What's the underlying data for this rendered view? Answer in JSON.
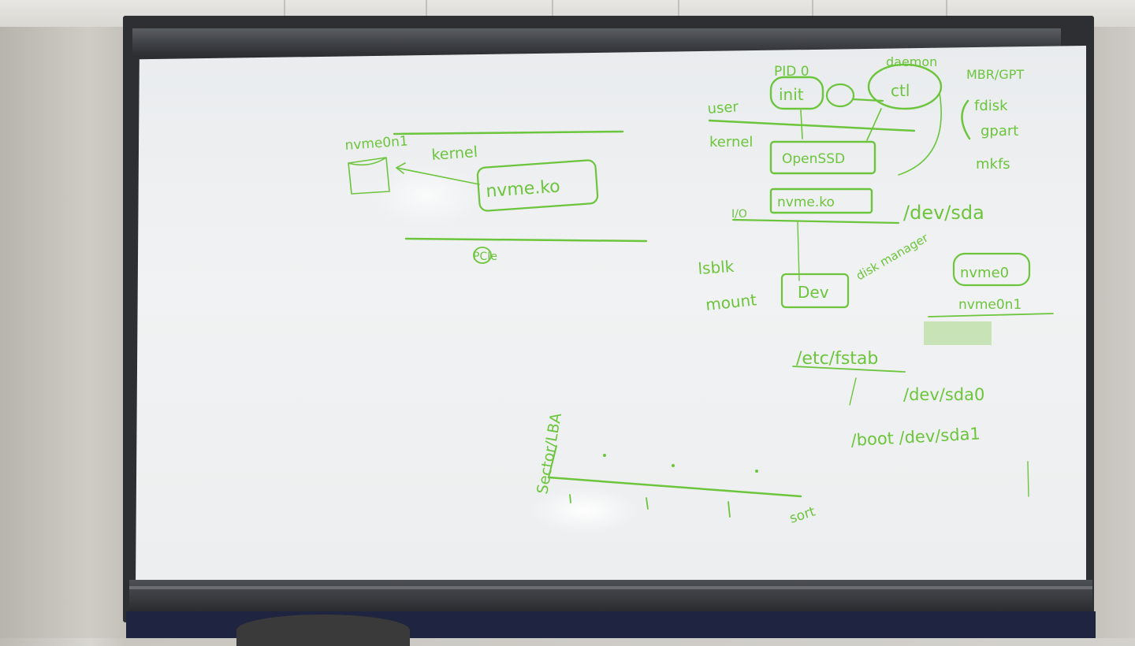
{
  "whiteboard": {
    "left_sketch": {
      "top_label": "nvme0n1",
      "kernel_label": "kernel",
      "driver_box": "nvme.ko",
      "bottom_label": "PCIe"
    },
    "right_sketch": {
      "pid_label": "PID 0",
      "init_box": "init",
      "daemon_label": "daemon",
      "ctl_box": "ctl",
      "user_label": "user",
      "kernel_label": "kernel",
      "openssd_box": "OpenSSD",
      "nvme_box": "nvme.ko",
      "io_label": "I/O",
      "dev_path": "/dev/sda",
      "lsblk": "lsblk",
      "mount": "mount",
      "dev_box": "Dev",
      "disk_manage": "disk manager",
      "tools": [
        "MBR/GPT",
        "fdisk",
        "gpart",
        "mkfs"
      ],
      "nvme_box2": "nvme0",
      "nvme_partition": "nvme0n1",
      "fstab": "/etc/fstab",
      "fstab_line1": "/dev/sda0",
      "fstab_line2": "/boot /dev/sda1"
    },
    "graph": {
      "y_label": "Sector/LBA",
      "x_label": "sort"
    }
  },
  "ink_color": "#6cc53c"
}
